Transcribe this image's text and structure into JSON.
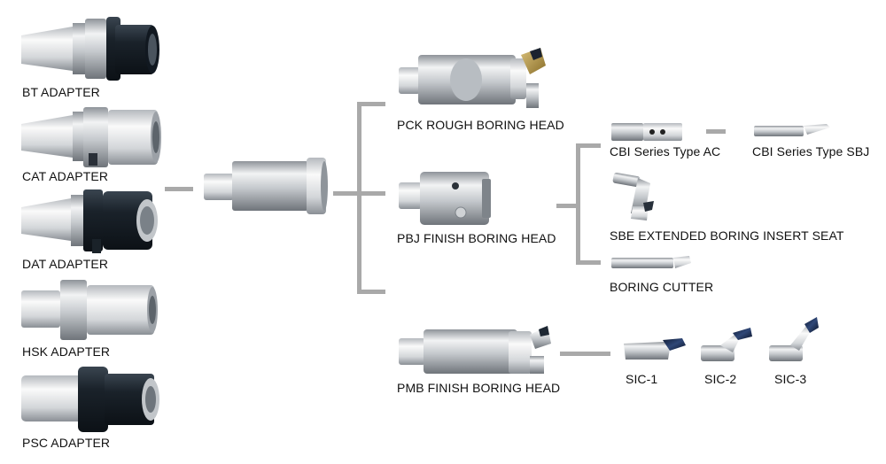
{
  "adapters": [
    {
      "label": "BT ADAPTER"
    },
    {
      "label": "CAT ADAPTER"
    },
    {
      "label": "DAT ADAPTER"
    },
    {
      "label": "HSK ADAPTER"
    },
    {
      "label": "PSC ADAPTER"
    }
  ],
  "heads": [
    {
      "label": "PCK ROUGH BORING HEAD"
    },
    {
      "label": "PBJ FINISH BORING HEAD"
    },
    {
      "label": "PMB FINISH BORING HEAD"
    }
  ],
  "pbj_options": [
    {
      "label": "CBI Series Type AC"
    },
    {
      "label": "CBI Series Type SBJ"
    },
    {
      "label": "SBE EXTENDED BORING INSERT SEAT"
    },
    {
      "label": "BORING CUTTER"
    }
  ],
  "pmb_inserts": [
    {
      "label": "SIC-1"
    },
    {
      "label": "SIC-2"
    },
    {
      "label": "SIC-3"
    }
  ],
  "colors": {
    "connector": "#a9a9a9",
    "steel": "#c9ccd0",
    "dark": "#1f2830",
    "insert": "#1c2a4a"
  }
}
